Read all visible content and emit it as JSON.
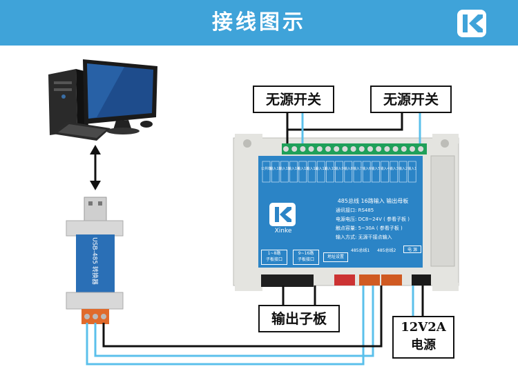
{
  "banner": {
    "title": "接线图示",
    "color": "#3fa3d9"
  },
  "labels": {
    "switch_left": "无源开关",
    "switch_right": "无源开关",
    "output_board": "输出子板",
    "power_line1": "12V2A",
    "power_line2": "电源"
  },
  "board": {
    "title": "485总线 16路输入 输出母板",
    "brand": "Xinke",
    "spec_comm": "通讯接口:  RS485",
    "spec_voltage": "电源电压:  DC8~24V ( 参看子板 )",
    "spec_contact": "触点容量:  5~30A ( 参看子板 )",
    "spec_input": "输入方式:  无源干接点输入",
    "btn_1_8": "1~8路",
    "btn_1_8_sub": "子板接口",
    "btn_9_16": "9~16路",
    "btn_9_16_sub": "子板接口",
    "btn_addr": "地址设置",
    "bus1": "485总线1",
    "bus2": "485总线2",
    "power": "电 源",
    "input_labels": [
      "公共端",
      "输入16",
      "输入15",
      "输入14",
      "输入13",
      "输入12",
      "输入11",
      "输入10",
      "输入9",
      "输入8",
      "输入7",
      "输入6",
      "输入5",
      "输入4",
      "输入3",
      "输入2",
      "输入1"
    ]
  },
  "converter": {
    "label": "USB-485 转换器"
  },
  "wire_color": "#5bc0eb"
}
